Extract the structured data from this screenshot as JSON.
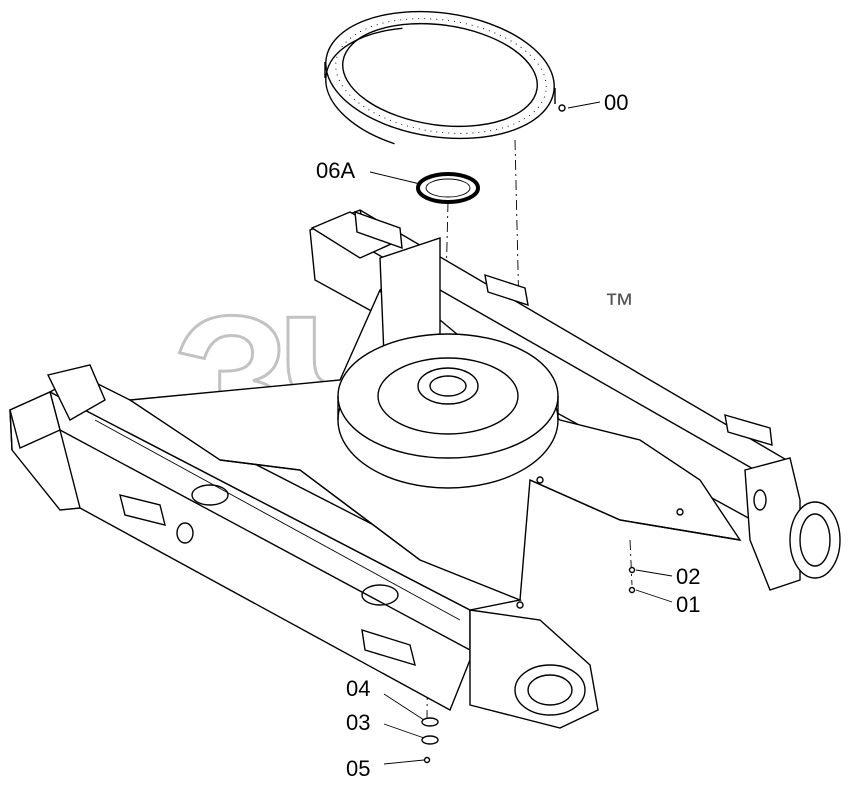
{
  "watermark": {
    "text": "ЗЧТ",
    "mark": "™"
  },
  "callouts": [
    {
      "id": "00"
    },
    {
      "id": "06A"
    },
    {
      "id": "02"
    },
    {
      "id": "01"
    },
    {
      "id": "04"
    },
    {
      "id": "03"
    },
    {
      "id": "05"
    }
  ]
}
